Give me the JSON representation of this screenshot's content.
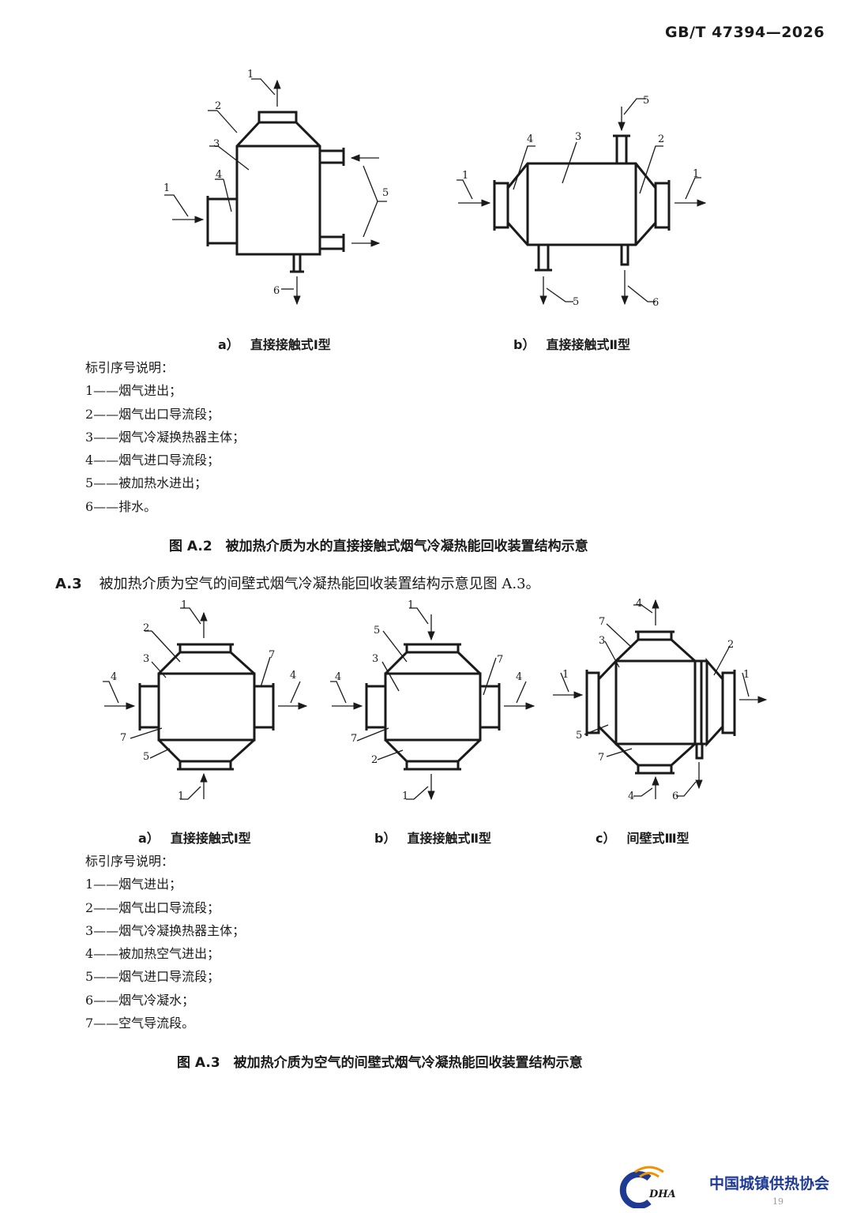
{
  "header": {
    "standard_code": "GB/T 47394—2026"
  },
  "figure_a2": {
    "sub_a": {
      "label": "a）",
      "title": "直接接触式Ⅰ型"
    },
    "sub_b": {
      "label": "b）",
      "title": "直接接触式Ⅱ型"
    },
    "legend_title": "标引序号说明：",
    "legend_items": [
      "1——烟气进出；",
      "2——烟气出口导流段；",
      "3——烟气冷凝换热器主体；",
      "4——烟气进口导流段；",
      "5——被加热水进出；",
      "6——排水。"
    ],
    "caption": "图 A.2　被加热介质为水的直接接触式烟气冷凝热能回收装置结构示意"
  },
  "section_a3": {
    "number": "A.3",
    "text": "被加热介质为空气的间壁式烟气冷凝热能回收装置结构示意见图 A.3。"
  },
  "figure_a3": {
    "sub_a": {
      "label": "a）",
      "title": "直接接触式Ⅰ型"
    },
    "sub_b": {
      "label": "b）",
      "title": "直接接触式Ⅱ型"
    },
    "sub_c": {
      "label": "c）",
      "title": "间壁式Ⅲ型"
    },
    "legend_title": "标引序号说明：",
    "legend_items": [
      "1——烟气进出；",
      "2——烟气出口导流段；",
      "3——烟气冷凝换热器主体；",
      "4——被加热空气进出；",
      "5——烟气进口导流段；",
      "6——烟气冷凝水；",
      "7——空气导流段。"
    ],
    "caption": "图 A.3　被加热介质为空气的间壁式烟气冷凝热能回收装置结构示意"
  },
  "diagram_labels": {
    "a2a": [
      "1",
      "2",
      "3",
      "4",
      "1",
      "5",
      "6"
    ],
    "a2b": [
      "5",
      "4",
      "3",
      "2",
      "1",
      "1",
      "5",
      "6"
    ],
    "a3a": [
      "1",
      "2",
      "3",
      "7",
      "4",
      "4",
      "7",
      "5",
      "1"
    ],
    "a3b": [
      "1",
      "5",
      "3",
      "7",
      "4",
      "4",
      "7",
      "2",
      "1"
    ],
    "a3c": [
      "4",
      "7",
      "3",
      "2",
      "1",
      "1",
      "5",
      "7",
      "4",
      "6"
    ]
  },
  "footer": {
    "org_name": "中国城镇供热协会",
    "logo_text": "CDHA",
    "page_number": "19"
  },
  "colors": {
    "text": "#1a1a1a",
    "line": "#1a1a1a",
    "logo_blue": "#1f3a93",
    "logo_orange": "#f29100"
  }
}
